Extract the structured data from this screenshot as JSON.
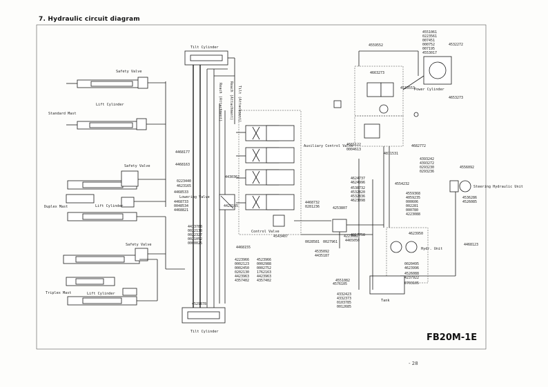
{
  "page": {
    "title": "7.  Hydraulic circuit diagram",
    "model": "FB20M-1E",
    "page_number": "- 28"
  },
  "labels": {
    "tilt_cylinder_top": "Tilt Cylinder",
    "tilt_cylinder_bottom": "Tilt Cylinder",
    "safety_valve_1": "Safety Valve",
    "safety_valve_2": "Safety Valve",
    "safety_valve_3": "Safety Valve",
    "lift_cylinder_1": "Lift Cylinder",
    "lift_cylinder_2": "Lift Cylinder",
    "lift_cylinder_3": "Lift Cylinder",
    "standard_mast": "Standard Mast",
    "duplex_mast": "Duplex Mast",
    "triplex_mast": "Triplex Mast",
    "lowering_valve": "Lowering Valve",
    "control_valve": "Control Valve",
    "auxiliary_control_valve": "Auxiliary Control Valve",
    "power_cylinder": "Power Cylinder",
    "hydraulic_unit": "Hydr. Unit",
    "steering_unit": "Steering Hydraulic Unit",
    "tank": "Tank",
    "reach_label_1": "Reach (Attachment)",
    "reach_label_2": "Reach (Attachment)",
    "reach_label_3": "Tilt (Attachment)"
  },
  "part_numbers": {
    "top_right_stack": [
      "4551061",
      "0223561",
      "007451",
      "000752",
      "007195",
      "4553017"
    ],
    "p4559552": "4559552",
    "p4663273": "4663273",
    "p4532272": "4532272",
    "p4533553": "4533553",
    "p4653273": "4653273",
    "p4681122": "4681122",
    "p0004613": "0004613",
    "p4871531": "4871531",
    "p4682772": "4682772",
    "mid_right_stack": [
      "4393242",
      "4393272",
      "0293230",
      "0293236"
    ],
    "p4556092": "4556092",
    "p4536286": "4536286",
    "p4526085": "4526085",
    "left_mid_stack": [
      "4624737",
      "4624996",
      "4538732",
      "4532820",
      "4532836",
      "4623098"
    ],
    "p4554232": "4554232",
    "right_stack_2": [
      "4559368",
      "4059235",
      "000606",
      "002281",
      "000780",
      "4223088"
    ],
    "p4623950": "4623950",
    "p4468123": "4468123",
    "lower_right_stack": [
      "0020495",
      "4623996",
      "4526088",
      "4237922",
      "0703105"
    ],
    "p4468177": "4468177",
    "p4468163": "4468163",
    "p0223440": "0223440",
    "p4623165": "4623165",
    "lowering_stack": [
      "4468533",
      "4468733",
      "0048534",
      "4468821"
    ],
    "p4430362": "4430362",
    "p4423165": "4423165",
    "p4468732": "4468732",
    "p0281236": "0281236",
    "p4253807": "4253807",
    "valve_lower_stack": [
      "4433788",
      "0022138",
      "0022327",
      "0021052",
      "0000025"
    ],
    "p4468155": "4468155",
    "p4543407": "4543407",
    "p0028581": "0028581",
    "p0027961": "0027961",
    "p4223082": "4223082",
    "p4017758": "4017758",
    "p4465050": "4465050",
    "pump_stack": [
      "4535092",
      "4435187"
    ],
    "p4553098": "4553098",
    "p4551082": "4551082",
    "p4576105": "4576105",
    "bottom_tank_stack": [
      "4332423",
      "4332373",
      "0103785",
      "0012685"
    ],
    "lower_valve_stack_a": [
      "4223966",
      "0002123",
      "0002450",
      "0202130",
      "4423963",
      "4357402"
    ],
    "lower_valve_stack_b": [
      "4523966",
      "0002988",
      "0002752",
      "1762163",
      "4423963",
      "4357402"
    ],
    "p4529878": "4529878"
  }
}
